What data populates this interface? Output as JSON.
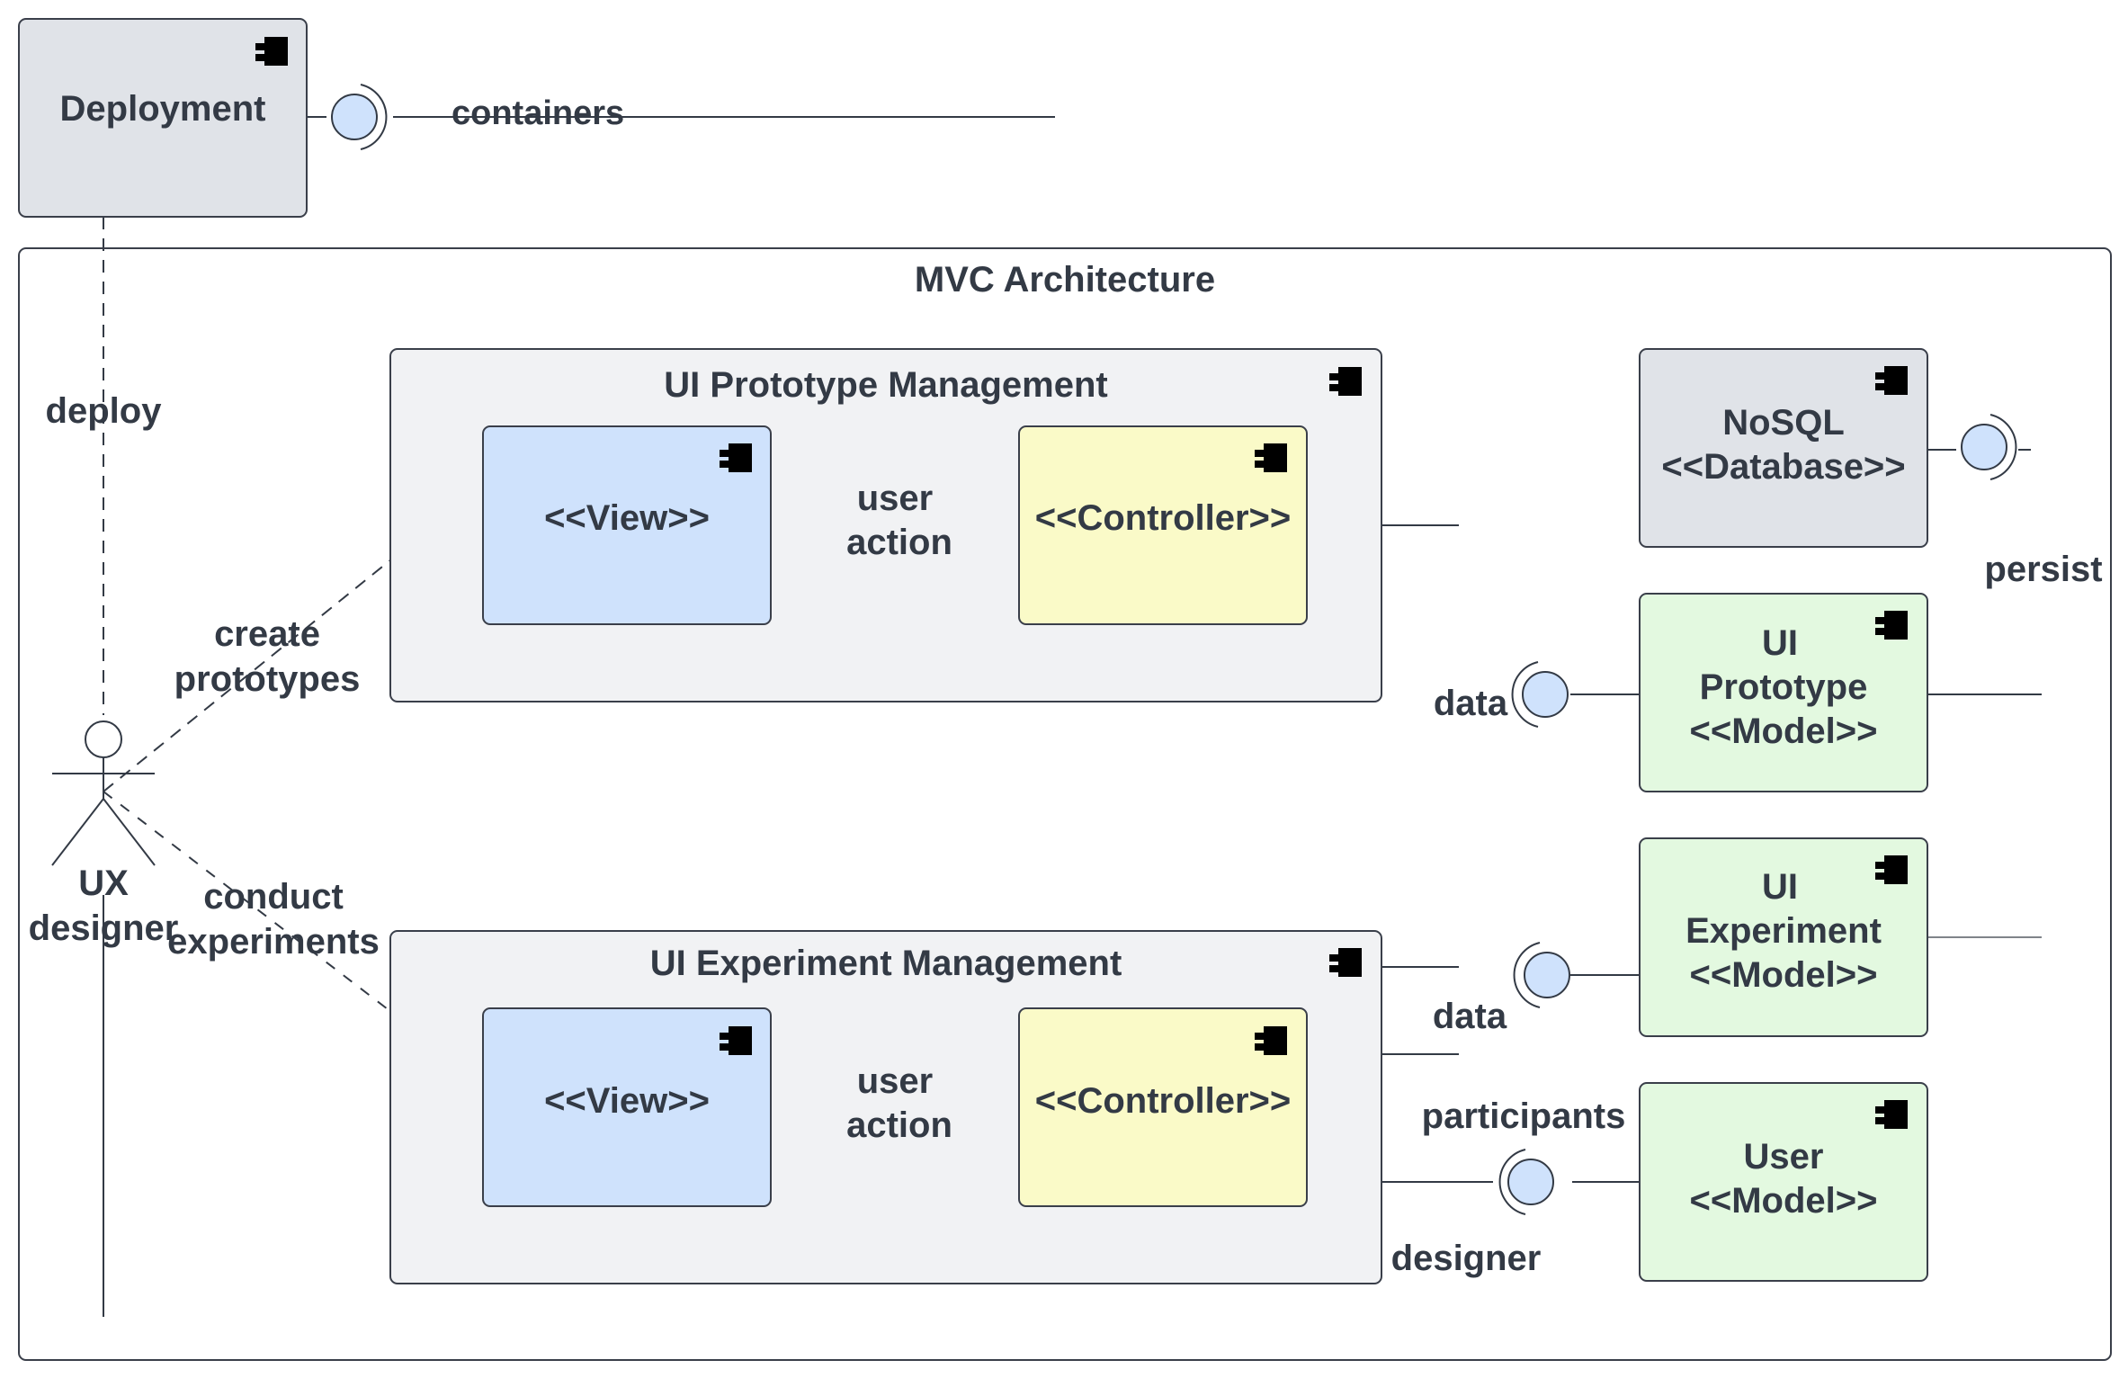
{
  "colors": {
    "deployment_fill": "#e0e3e8",
    "container_fill": "#ffffff",
    "subsystem_fill": "#f1f2f4",
    "view_fill": "#cfe2fc",
    "controller_fill": "#fafac8",
    "database_fill": "#e0e3e8",
    "model_fill": "#e3f9e0",
    "interface_ball": "#cfe2fc",
    "stroke": "#333a45"
  },
  "components": {
    "deployment": "Deployment",
    "mvc_title": "MVC Architecture",
    "proto_mgmt": {
      "title": "UI Prototype Management",
      "view": "<<View>>",
      "controller": "<<Controller>>",
      "link_line1": "user",
      "link_line2": "action"
    },
    "exp_mgmt": {
      "title": "UI Experiment Management",
      "view": "<<View>>",
      "controller": "<<Controller>>",
      "link_line1": "user",
      "link_line2": "action"
    },
    "nosql": {
      "line1": "NoSQL",
      "line2": "<<Database>>"
    },
    "proto_model": {
      "line1": "UI",
      "line2": "Prototype",
      "line3": "<<Model>>"
    },
    "exp_model": {
      "line1": "UI",
      "line2": "Experiment",
      "line3": "<<Model>>"
    },
    "user_model": {
      "line1": "User",
      "line2": "<<Model>>"
    }
  },
  "actor": {
    "line1": "UX",
    "line2": "designer",
    "icon": "stick-figure-icon"
  },
  "connections": {
    "containers": "containers",
    "deploy": "deploy",
    "create_line1": "create",
    "create_line2": "prototypes",
    "conduct_line1": "conduct",
    "conduct_line2": "experiments",
    "data_proto": "data",
    "data_exp": "data",
    "persist": "persist",
    "participants": "participants",
    "designer": "designer"
  },
  "icons": {
    "component": "component-icon",
    "interface": "provided-interface-icon"
  }
}
